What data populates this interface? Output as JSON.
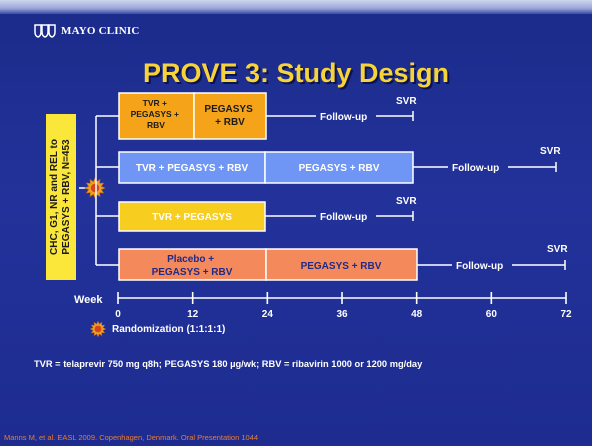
{
  "logo": {
    "text": "MAYO CLINIC",
    "icon": "mayo-shields-icon"
  },
  "title": "PROVE 3: Study Design",
  "population_label": {
    "line1": "CHC, G1, NR and REL to",
    "line2": "PEGASYS + RBV, N=453"
  },
  "arms": [
    {
      "segments": [
        {
          "lines": [
            "TVR +",
            "PEGASYS +",
            "RBV"
          ],
          "color": "#f5a319",
          "text_color": "#1b1b1b"
        },
        {
          "lines": [
            "PEGASYS",
            "+ RBV"
          ],
          "color": "#f5a319",
          "text_color": "#1b1b1b"
        }
      ],
      "followup": "Follow-up",
      "endpoint": "SVR"
    },
    {
      "segments": [
        {
          "lines": [
            "TVR + PEGASYS + RBV"
          ],
          "color": "#6f96f4",
          "text_color": "#ffffff"
        },
        {
          "lines": [
            "PEGASYS + RBV"
          ],
          "color": "#6f96f4",
          "text_color": "#ffffff"
        }
      ],
      "followup": "Follow-up",
      "endpoint": "SVR"
    },
    {
      "segments": [
        {
          "lines": [
            "TVR + PEGASYS"
          ],
          "color": "#f7cd1f",
          "text_color": "#ffffff"
        }
      ],
      "followup": "Follow-up",
      "endpoint": "SVR"
    },
    {
      "segments": [
        {
          "lines": [
            "Placebo +",
            "PEGASYS + RBV"
          ],
          "color": "#f48a5c",
          "text_color": "#1f2a8a"
        },
        {
          "lines": [
            "PEGASYS + RBV"
          ],
          "color": "#f48a5c",
          "text_color": "#1f2a8a"
        }
      ],
      "followup": "Follow-up",
      "endpoint": "SVR"
    }
  ],
  "axis": {
    "label": "Week",
    "ticks": [
      "0",
      "12",
      "24",
      "36",
      "48",
      "60",
      "72"
    ]
  },
  "legend": {
    "label": "Randomization (1:1:1:1)",
    "icon": "randomization-burst-icon",
    "color": "#f0a020"
  },
  "footnote": "TVR = telaprevir 750 mg q8h; PEGASYS 180 µg/wk; RBV = ribavirin 1000 or 1200 mg/day",
  "citation": "Manns M, et al. EASL 2009. Copenhagen, Denmark. Oral Presentation 1044"
}
